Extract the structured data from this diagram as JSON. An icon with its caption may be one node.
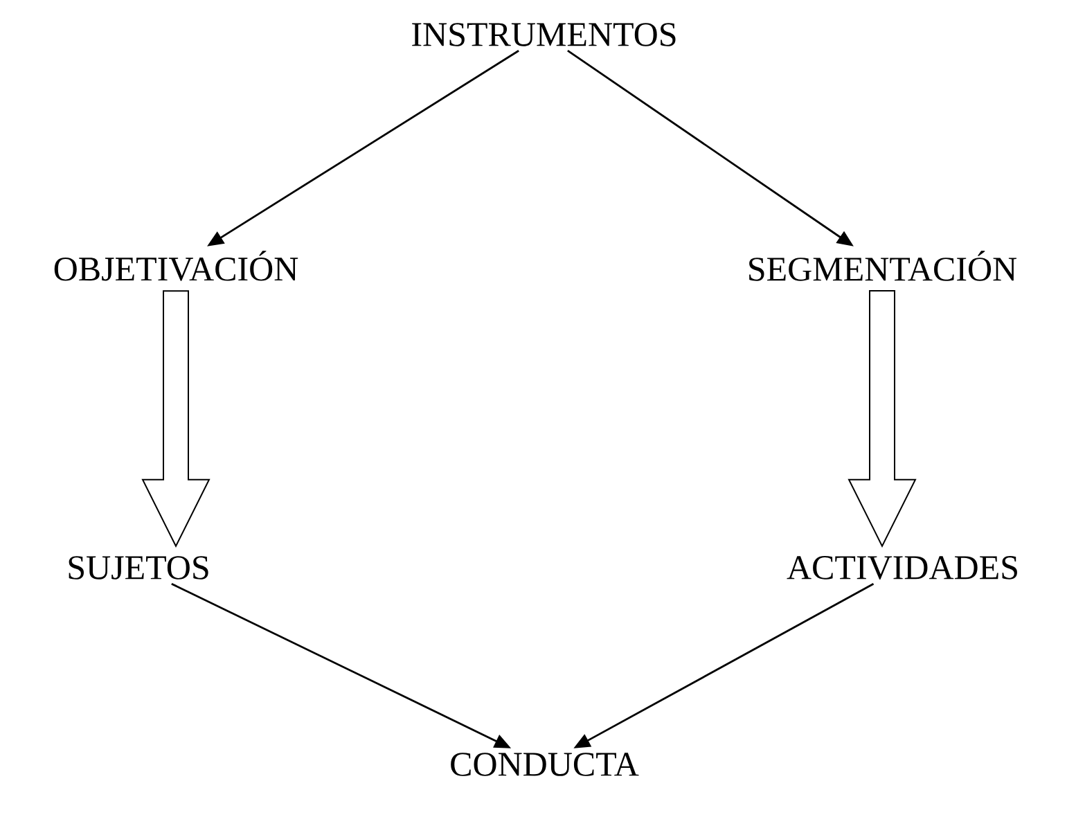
{
  "diagram": {
    "nodes": [
      {
        "text": [
          "INSTRUMENTOS"
        ]
      },
      {
        "text": [
          "OBJETIVACIÓN"
        ]
      },
      {
        "text": [
          "SEGMENTACIÓN"
        ]
      },
      {
        "text": [
          "SUJETOS"
        ]
      },
      {
        "text": [
          "ACTIVIDADES"
        ]
      },
      {
        "text": [
          "CONDUCTA"
        ]
      }
    ],
    "edges": [
      {
        "from": 0,
        "to": 1,
        "arrow": "to"
      },
      {
        "from": 0,
        "to": 2,
        "arrow": "to"
      },
      {
        "from": 1,
        "to": 3,
        "arrow": "to",
        "style": "thick"
      },
      {
        "from": 2,
        "to": 4,
        "arrow": "to",
        "style": "thick"
      },
      {
        "from": 3,
        "to": 5,
        "arrow": "to"
      },
      {
        "from": 4,
        "to": 5,
        "arrow": "to"
      }
    ]
  }
}
